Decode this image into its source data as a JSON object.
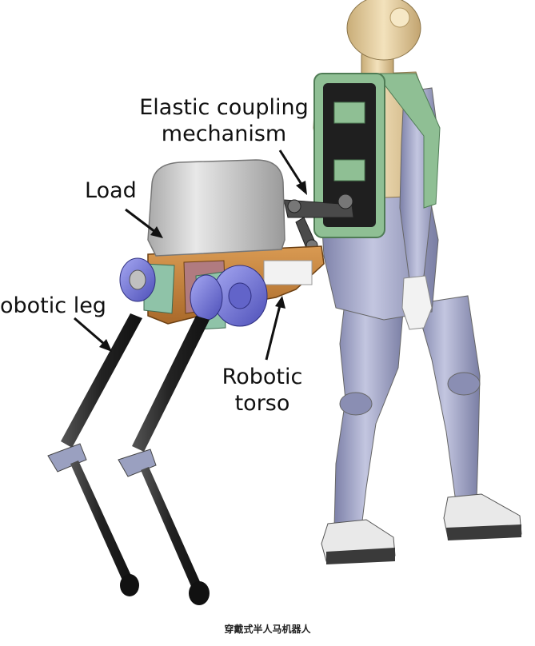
{
  "labels": {
    "elastic_coupling_line1": "Elastic coupling",
    "elastic_coupling_line2": "mechanism",
    "load": "Load",
    "robotic_leg": "obotic leg",
    "robotic_torso_line1": "Robotic",
    "robotic_torso_line2": "torso"
  },
  "caption": "穿戴式半人马机器人",
  "colors": {
    "load_box": "#c9c9c9",
    "torso_plate": "#c8843a",
    "motor": "#7c7ee0",
    "leg_frame": "#8fc3a8",
    "mannequin_body": "#9fa3c4",
    "mannequin_head": "#e6cf9f",
    "backpack_frame": "#8fbf94",
    "leg_rod": "#2b2b2b"
  }
}
